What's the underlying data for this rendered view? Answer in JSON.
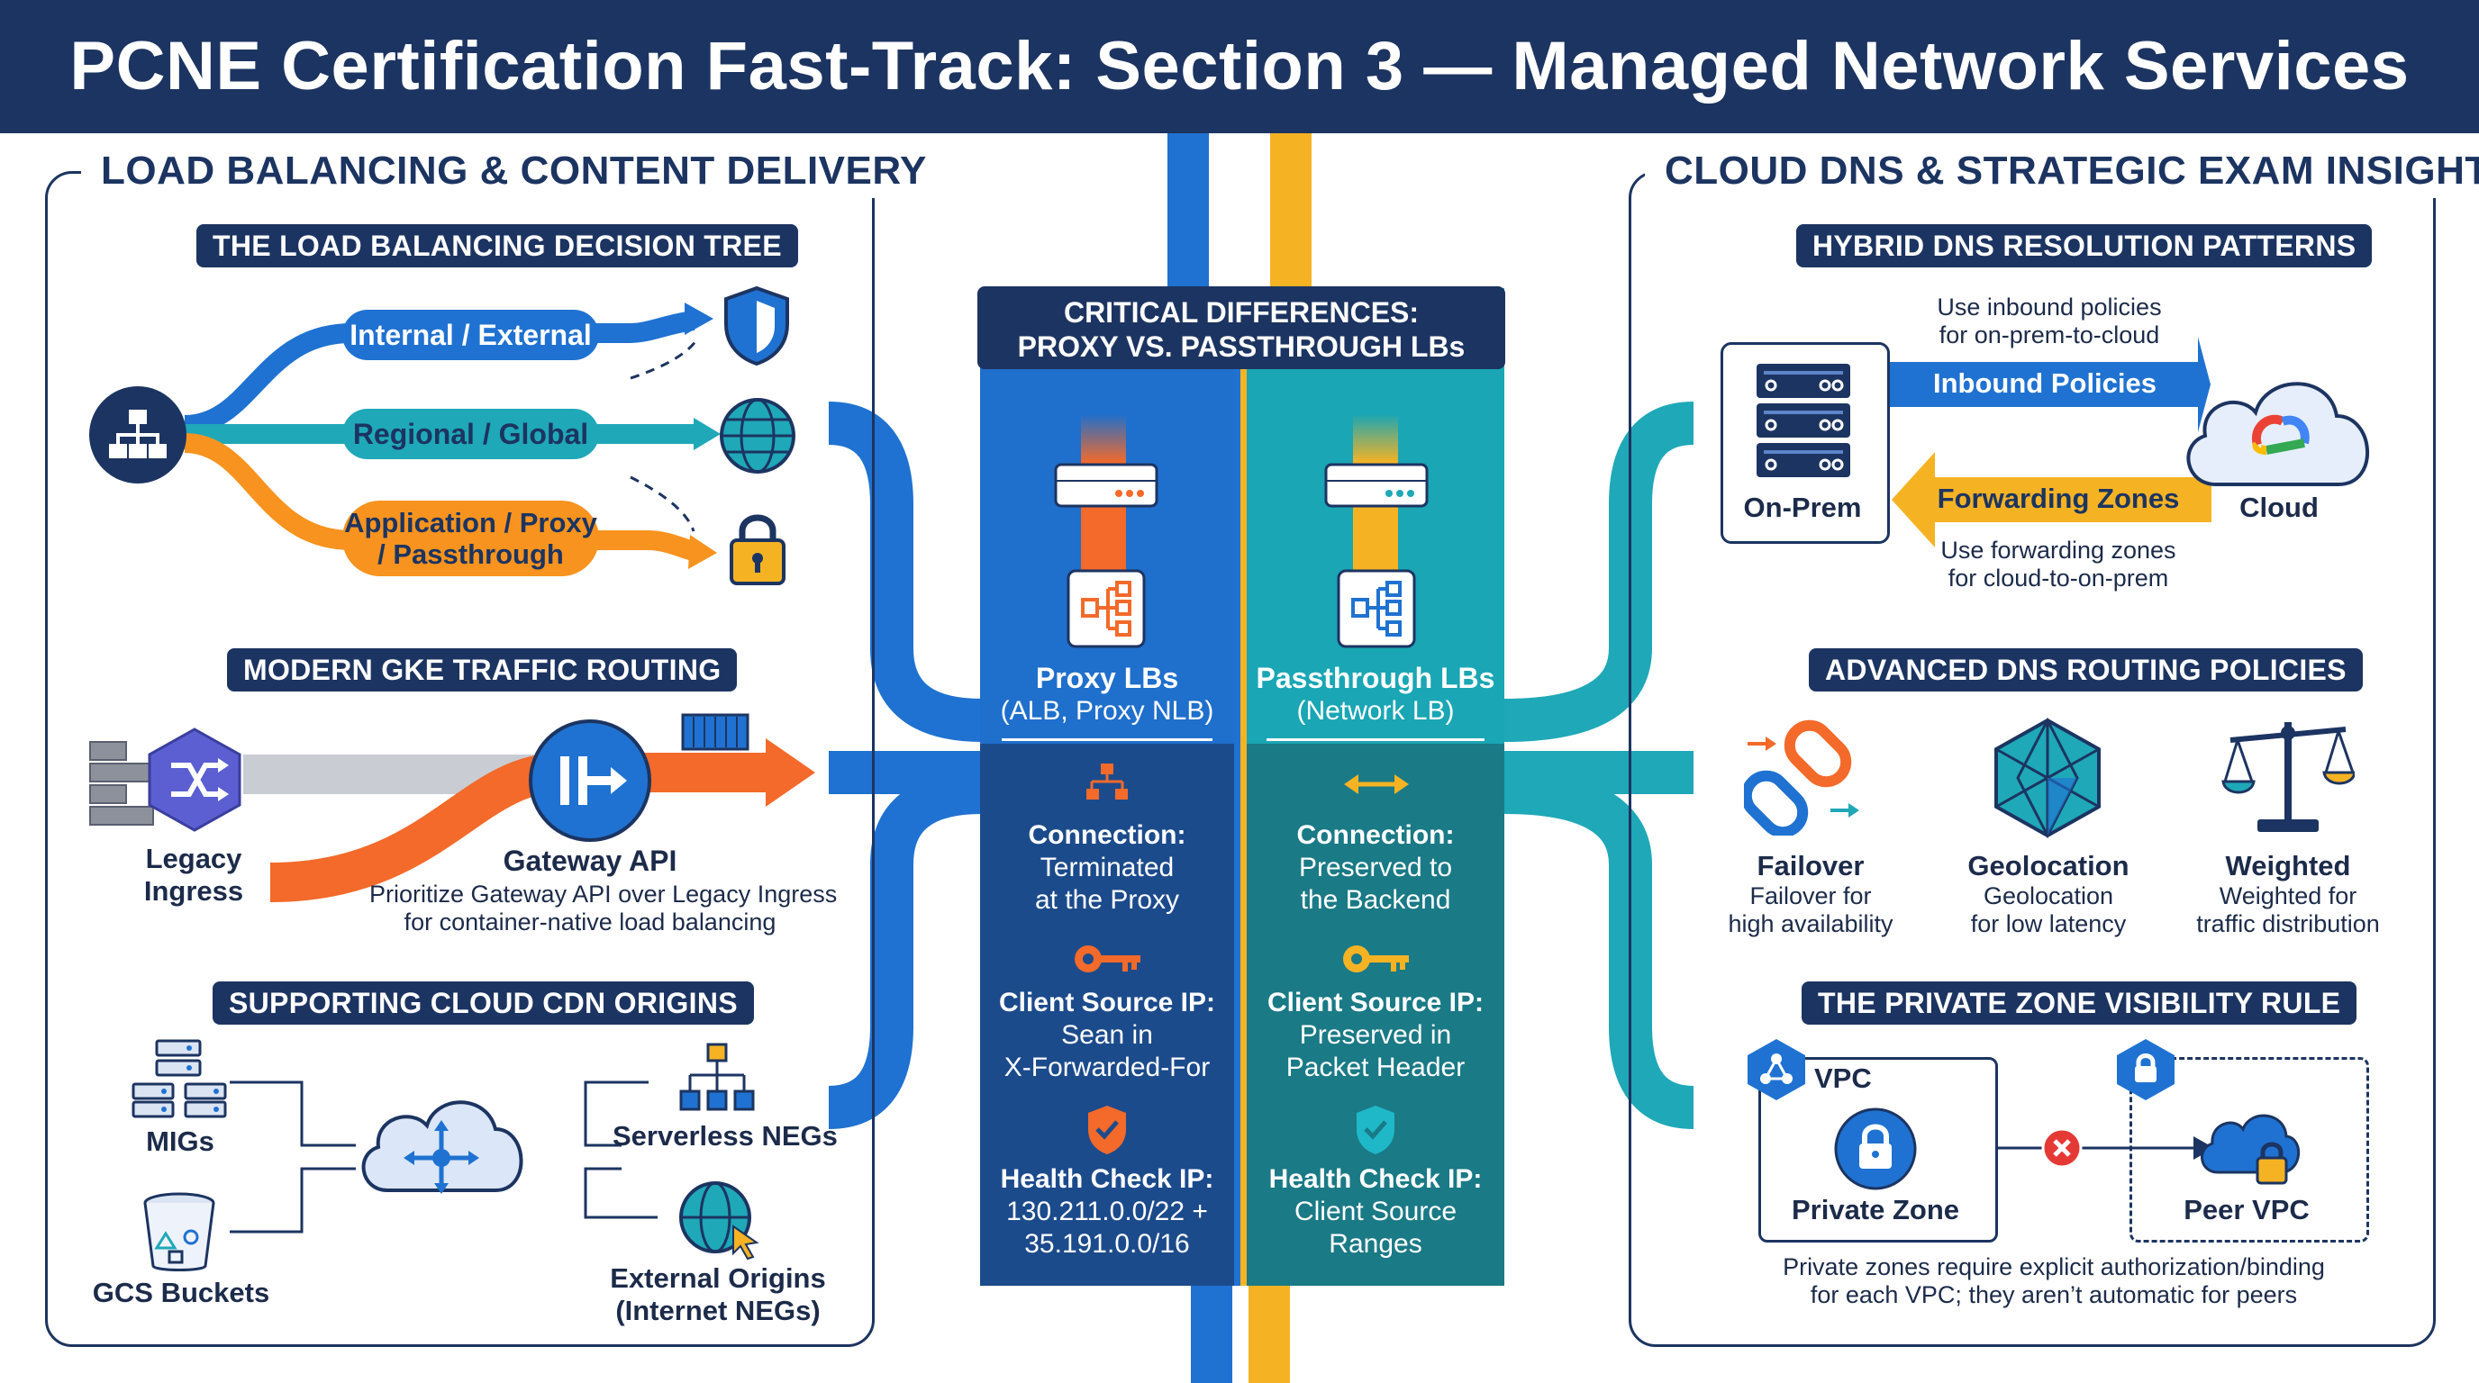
{
  "header": {
    "title": "PCNE Certification Fast-Track: Section 3 — Managed Network Services"
  },
  "left_panel": {
    "title": "LOAD BALANCING & CONTENT DELIVERY",
    "decision_tree": {
      "heading": "THE LOAD BALANCING DECISION TREE",
      "branch_internal": "Internal / External",
      "branch_regional": "Regional / Global",
      "branch_app_line1": "Application / Proxy",
      "branch_app_line2": "/ Passthrough"
    },
    "gke": {
      "heading": "MODERN GKE TRAFFIC ROUTING",
      "legacy_line1": "Legacy",
      "legacy_line2": "Ingress",
      "gateway_label": "Gateway API",
      "gateway_desc_line1": "Prioritize Gateway API over Legacy Ingress",
      "gateway_desc_line2": "for container-native load balancing"
    },
    "cdn": {
      "heading": "SUPPORTING CLOUD CDN ORIGINS",
      "migs": "MIGs",
      "gcs": "GCS Buckets",
      "serverless": "Serverless NEGs",
      "external_line1": "External Origins",
      "external_line2": "(Internet NEGs)"
    }
  },
  "center_panel": {
    "title_line1": "CRITICAL DIFFERENCES:",
    "title_line2": "PROXY VS. PASSTHROUGH LBs",
    "proxy": {
      "name": "Proxy LBs",
      "sub": "(ALB, Proxy NLB)",
      "conn_head": "Connection:",
      "conn_l1": "Terminated",
      "conn_l2": "at the Proxy",
      "ip_head": "Client Source IP:",
      "ip_l1": "Sean in",
      "ip_l2": "X-Forwarded-For",
      "hc_head": "Health Check IP:",
      "hc_l1": "130.211.0.0/22 +",
      "hc_l2": "35.191.0.0/16"
    },
    "passthrough": {
      "name": "Passthrough LBs",
      "sub": "(Network LB)",
      "conn_head": "Connection:",
      "conn_l1": "Preserved to",
      "conn_l2": "the Backend",
      "ip_head": "Client Source IP:",
      "ip_l1": "Preserved in",
      "ip_l2": "Packet Header",
      "hc_head": "Health Check IP:",
      "hc_l1": "Client Source",
      "hc_l2": "Ranges"
    }
  },
  "right_panel": {
    "title": "CLOUD DNS & STRATEGIC EXAM INSIGHTS",
    "hybrid": {
      "heading": "HYBRID DNS RESOLUTION PATTERNS",
      "inbound_note_l1": "Use inbound policies",
      "inbound_note_l2": "for on-prem-to-cloud",
      "inbound_label": "Inbound Policies",
      "forwarding_label": "Forwarding Zones",
      "forwarding_note_l1": "Use forwarding zones",
      "forwarding_note_l2": "for cloud-to-on-prem",
      "onprem": "On-Prem",
      "cloud": "Cloud"
    },
    "routing": {
      "heading": "ADVANCED DNS ROUTING POLICIES",
      "failover": "Failover",
      "failover_l1": "Failover for",
      "failover_l2": "high availability",
      "geo": "Geolocation",
      "geo_l1": "Geolocation",
      "geo_l2": "for low latency",
      "weighted": "Weighted",
      "weighted_l1": "Weighted for",
      "weighted_l2": "traffic distribution"
    },
    "private": {
      "heading": "THE PRIVATE ZONE VISIBILITY RULE",
      "vpc": "VPC",
      "private_zone": "Private Zone",
      "peer_vpc": "Peer VPC",
      "note_l1": "Private zones require explicit authorization/binding",
      "note_l2": "for each VPC; they aren’t automatic for peers"
    }
  },
  "colors": {
    "navy": "#1c3461",
    "blue": "#1f72d1",
    "teal": "#1fa8b8",
    "orange": "#f7931e",
    "gold": "#f5b324"
  }
}
